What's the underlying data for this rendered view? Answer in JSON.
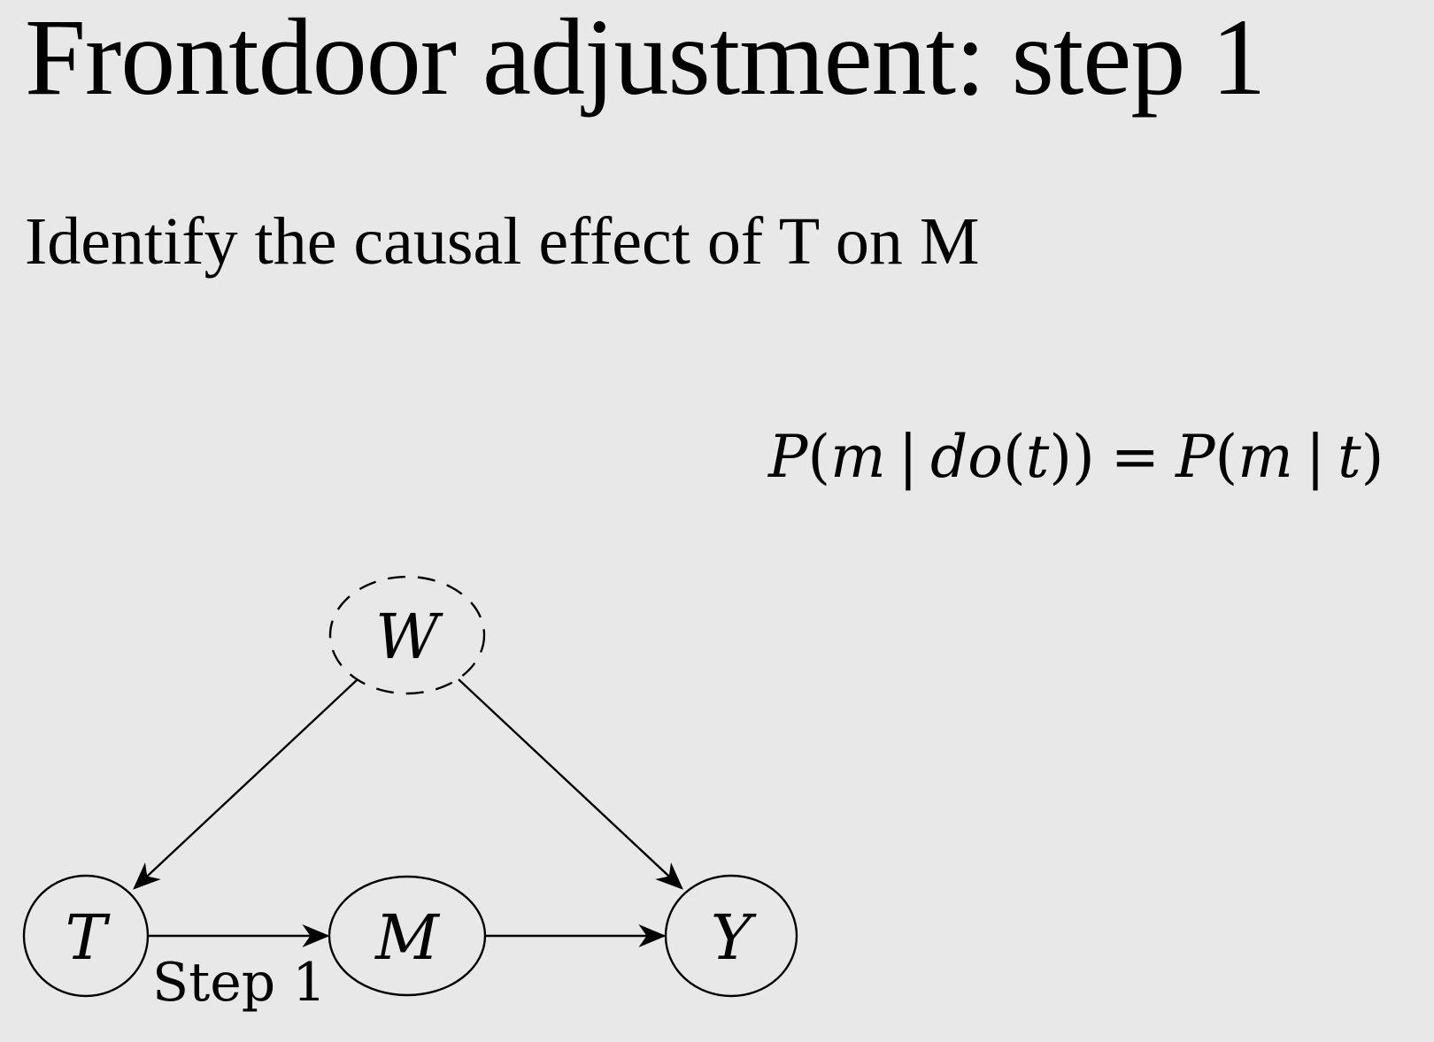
{
  "title": "Frontdoor adjustment: step 1",
  "subtitle": "Identify the causal effect of T on M",
  "formula": {
    "lhs_P": "P",
    "lhs_open": "(",
    "lhs_m": "m",
    "lhs_bar": "|",
    "lhs_do": "do",
    "lhs_do_open": "(",
    "lhs_t": "t",
    "lhs_close": "))",
    "equals": "=",
    "rhs_P": "P",
    "rhs_open": "(",
    "rhs_m": "m",
    "rhs_bar": "|",
    "rhs_t": "t",
    "rhs_close": ")"
  },
  "graph": {
    "nodes": {
      "W": {
        "label": "W",
        "style": "dashed"
      },
      "T": {
        "label": "T",
        "style": "solid"
      },
      "M": {
        "label": "M",
        "style": "solid"
      },
      "Y": {
        "label": "Y",
        "style": "solid"
      }
    },
    "edges": [
      {
        "from": "W",
        "to": "T"
      },
      {
        "from": "W",
        "to": "Y"
      },
      {
        "from": "T",
        "to": "M",
        "label": "Step 1"
      },
      {
        "from": "M",
        "to": "Y"
      }
    ]
  }
}
